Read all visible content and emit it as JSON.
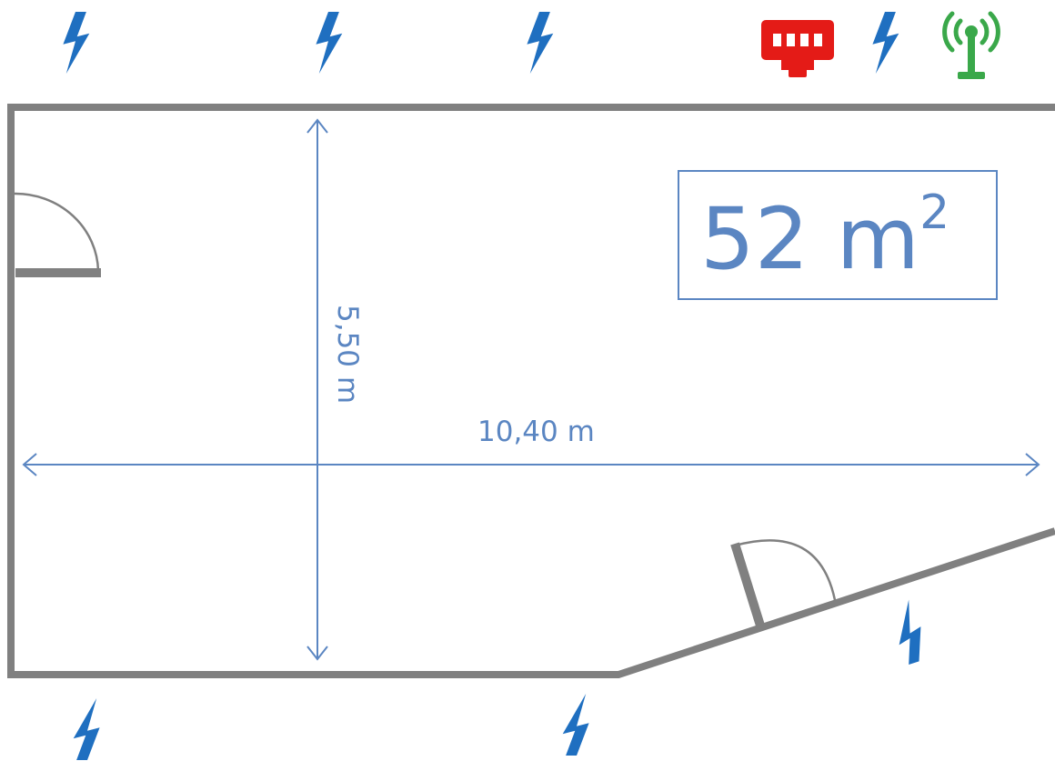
{
  "area": {
    "value": "52 m",
    "superscript": "2"
  },
  "dimensions": {
    "width_label": "10,40  m",
    "height_label": "5,50 m"
  },
  "colors": {
    "wall": "#808080",
    "dimension": "#5b86c2",
    "outlet": "#1f6fc0",
    "network": "#e41b17",
    "antenna": "#3aa84a"
  },
  "icons": {
    "outlet": "lightning-bolt",
    "network": "ethernet-port",
    "antenna": "wifi-antenna"
  }
}
